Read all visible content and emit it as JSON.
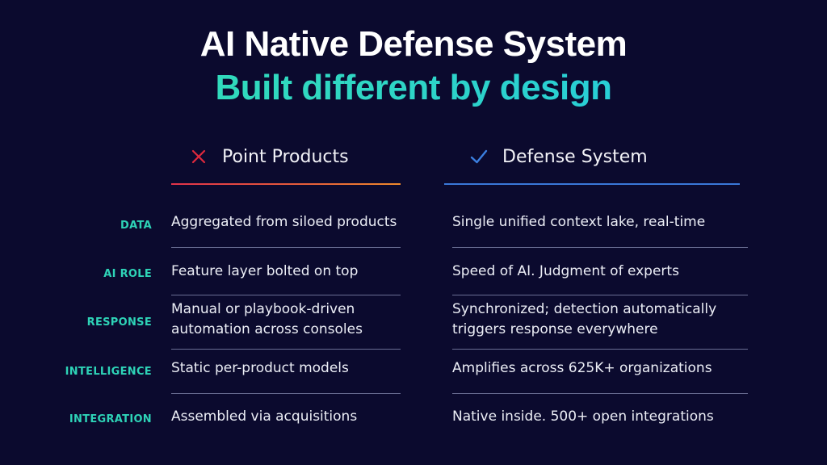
{
  "title": {
    "line1": "AI Native Defense System",
    "line2": "Built different  by design"
  },
  "columns": {
    "left": {
      "label": "Point Products",
      "icon": "x-mark-icon",
      "icon_color": "#e0293d"
    },
    "right": {
      "label": "Defense System",
      "icon": "checkmark-icon",
      "icon_color": "#3b7fe0"
    }
  },
  "rows": [
    {
      "label": "DATA",
      "left": [
        "Aggregated from siloed products"
      ],
      "right": [
        "Single unified context lake, real-time"
      ]
    },
    {
      "label": "AI ROLE",
      "left": [
        "Feature layer bolted on top"
      ],
      "right": [
        "Speed of AI. Judgment of experts"
      ]
    },
    {
      "label": "RESPONSE",
      "left": [
        "Manual or playbook-driven",
        "automation across consoles"
      ],
      "right": [
        "Synchronized; detection automatically",
        "triggers response everywhere"
      ]
    },
    {
      "label": "INTELLIGENCE",
      "left": [
        "Static per-product models"
      ],
      "right": [
        "Amplifies across 625K+ organizations"
      ]
    },
    {
      "label": "INTEGRATION",
      "left": [
        "Assembled via acquisitions"
      ],
      "right": [
        "Native inside. 500+ open integrations"
      ]
    }
  ],
  "colors": {
    "background": "#0b0a2e",
    "accent_teal": "#2ed3b7",
    "accent_gradient_start": "#33e0b0",
    "accent_gradient_end": "#22c7e6"
  }
}
